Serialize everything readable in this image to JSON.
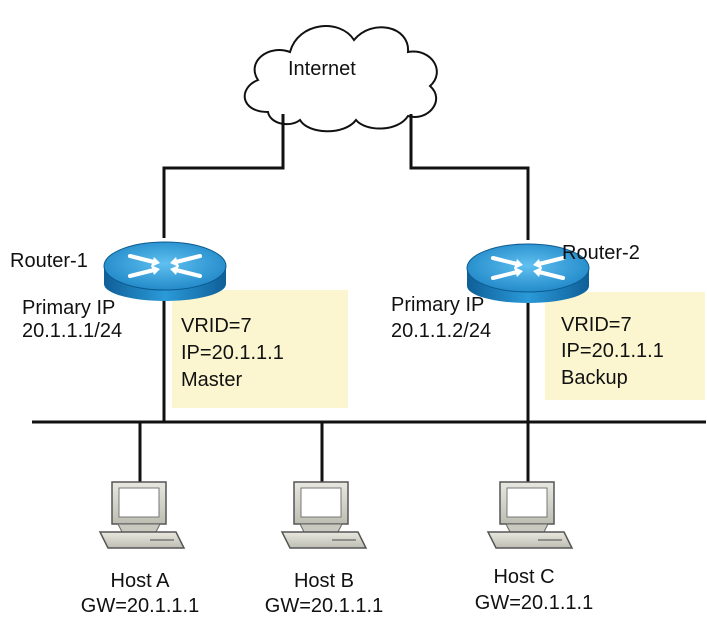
{
  "cloud": {
    "label": "Internet"
  },
  "router_1": {
    "name": "Router-1",
    "primary_ip_label": "Primary IP",
    "primary_ip": "20.1.1.1/24",
    "vrid": "VRID=7",
    "virtual_ip": "IP=20.1.1.1",
    "role": "Master"
  },
  "router_2": {
    "name": "Router-2",
    "primary_ip_label": "Primary IP",
    "primary_ip": "20.1.1.2/24",
    "vrid": "VRID=7",
    "virtual_ip": "IP=20.1.1.1",
    "role": "Backup"
  },
  "hosts": [
    {
      "name": "Host A",
      "gateway": "GW=20.1.1.1"
    },
    {
      "name": "Host B",
      "gateway": "GW=20.1.1.1"
    },
    {
      "name": "Host C",
      "gateway": "GW=20.1.1.1"
    }
  ],
  "colors": {
    "router_body": "#1f8fd0",
    "note_fill": "#fbf6cf",
    "pc_body": "#d9d9cf",
    "lines": "#111111"
  }
}
